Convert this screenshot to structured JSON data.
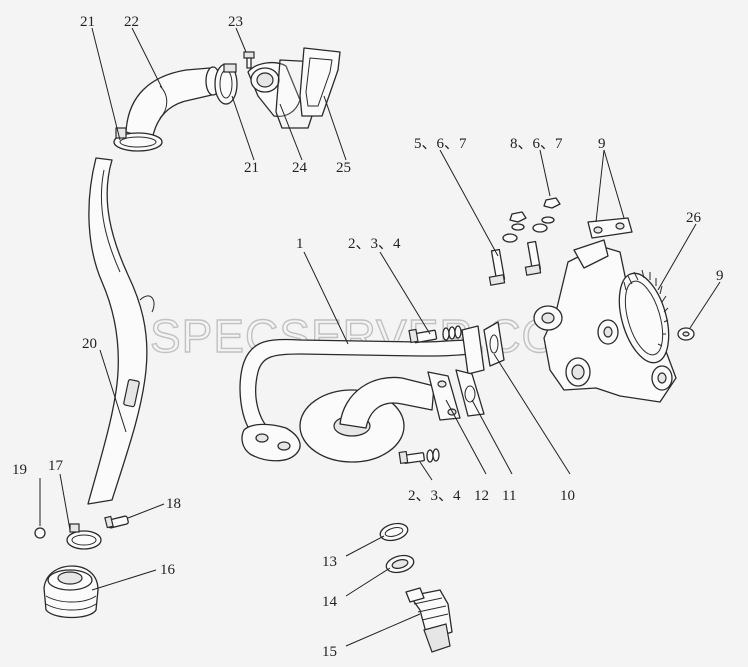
{
  "watermark": "SPECSERVER.COM",
  "callouts": {
    "c1": "1",
    "c234_top": "2、3、4",
    "c234_bottom": "2、3、4",
    "c567": "5、6、7",
    "c867": "8、6、7",
    "c9_top": "9",
    "c9_right": "9",
    "c10": "10",
    "c11": "11",
    "c12": "12",
    "c13": "13",
    "c14": "14",
    "c15": "15",
    "c16": "16",
    "c17": "17",
    "c18": "18",
    "c19": "19",
    "c20": "20",
    "c21_top": "21",
    "c21_bottom": "21",
    "c22": "22",
    "c23": "23",
    "c24": "24",
    "c25": "25",
    "c26": "26"
  }
}
